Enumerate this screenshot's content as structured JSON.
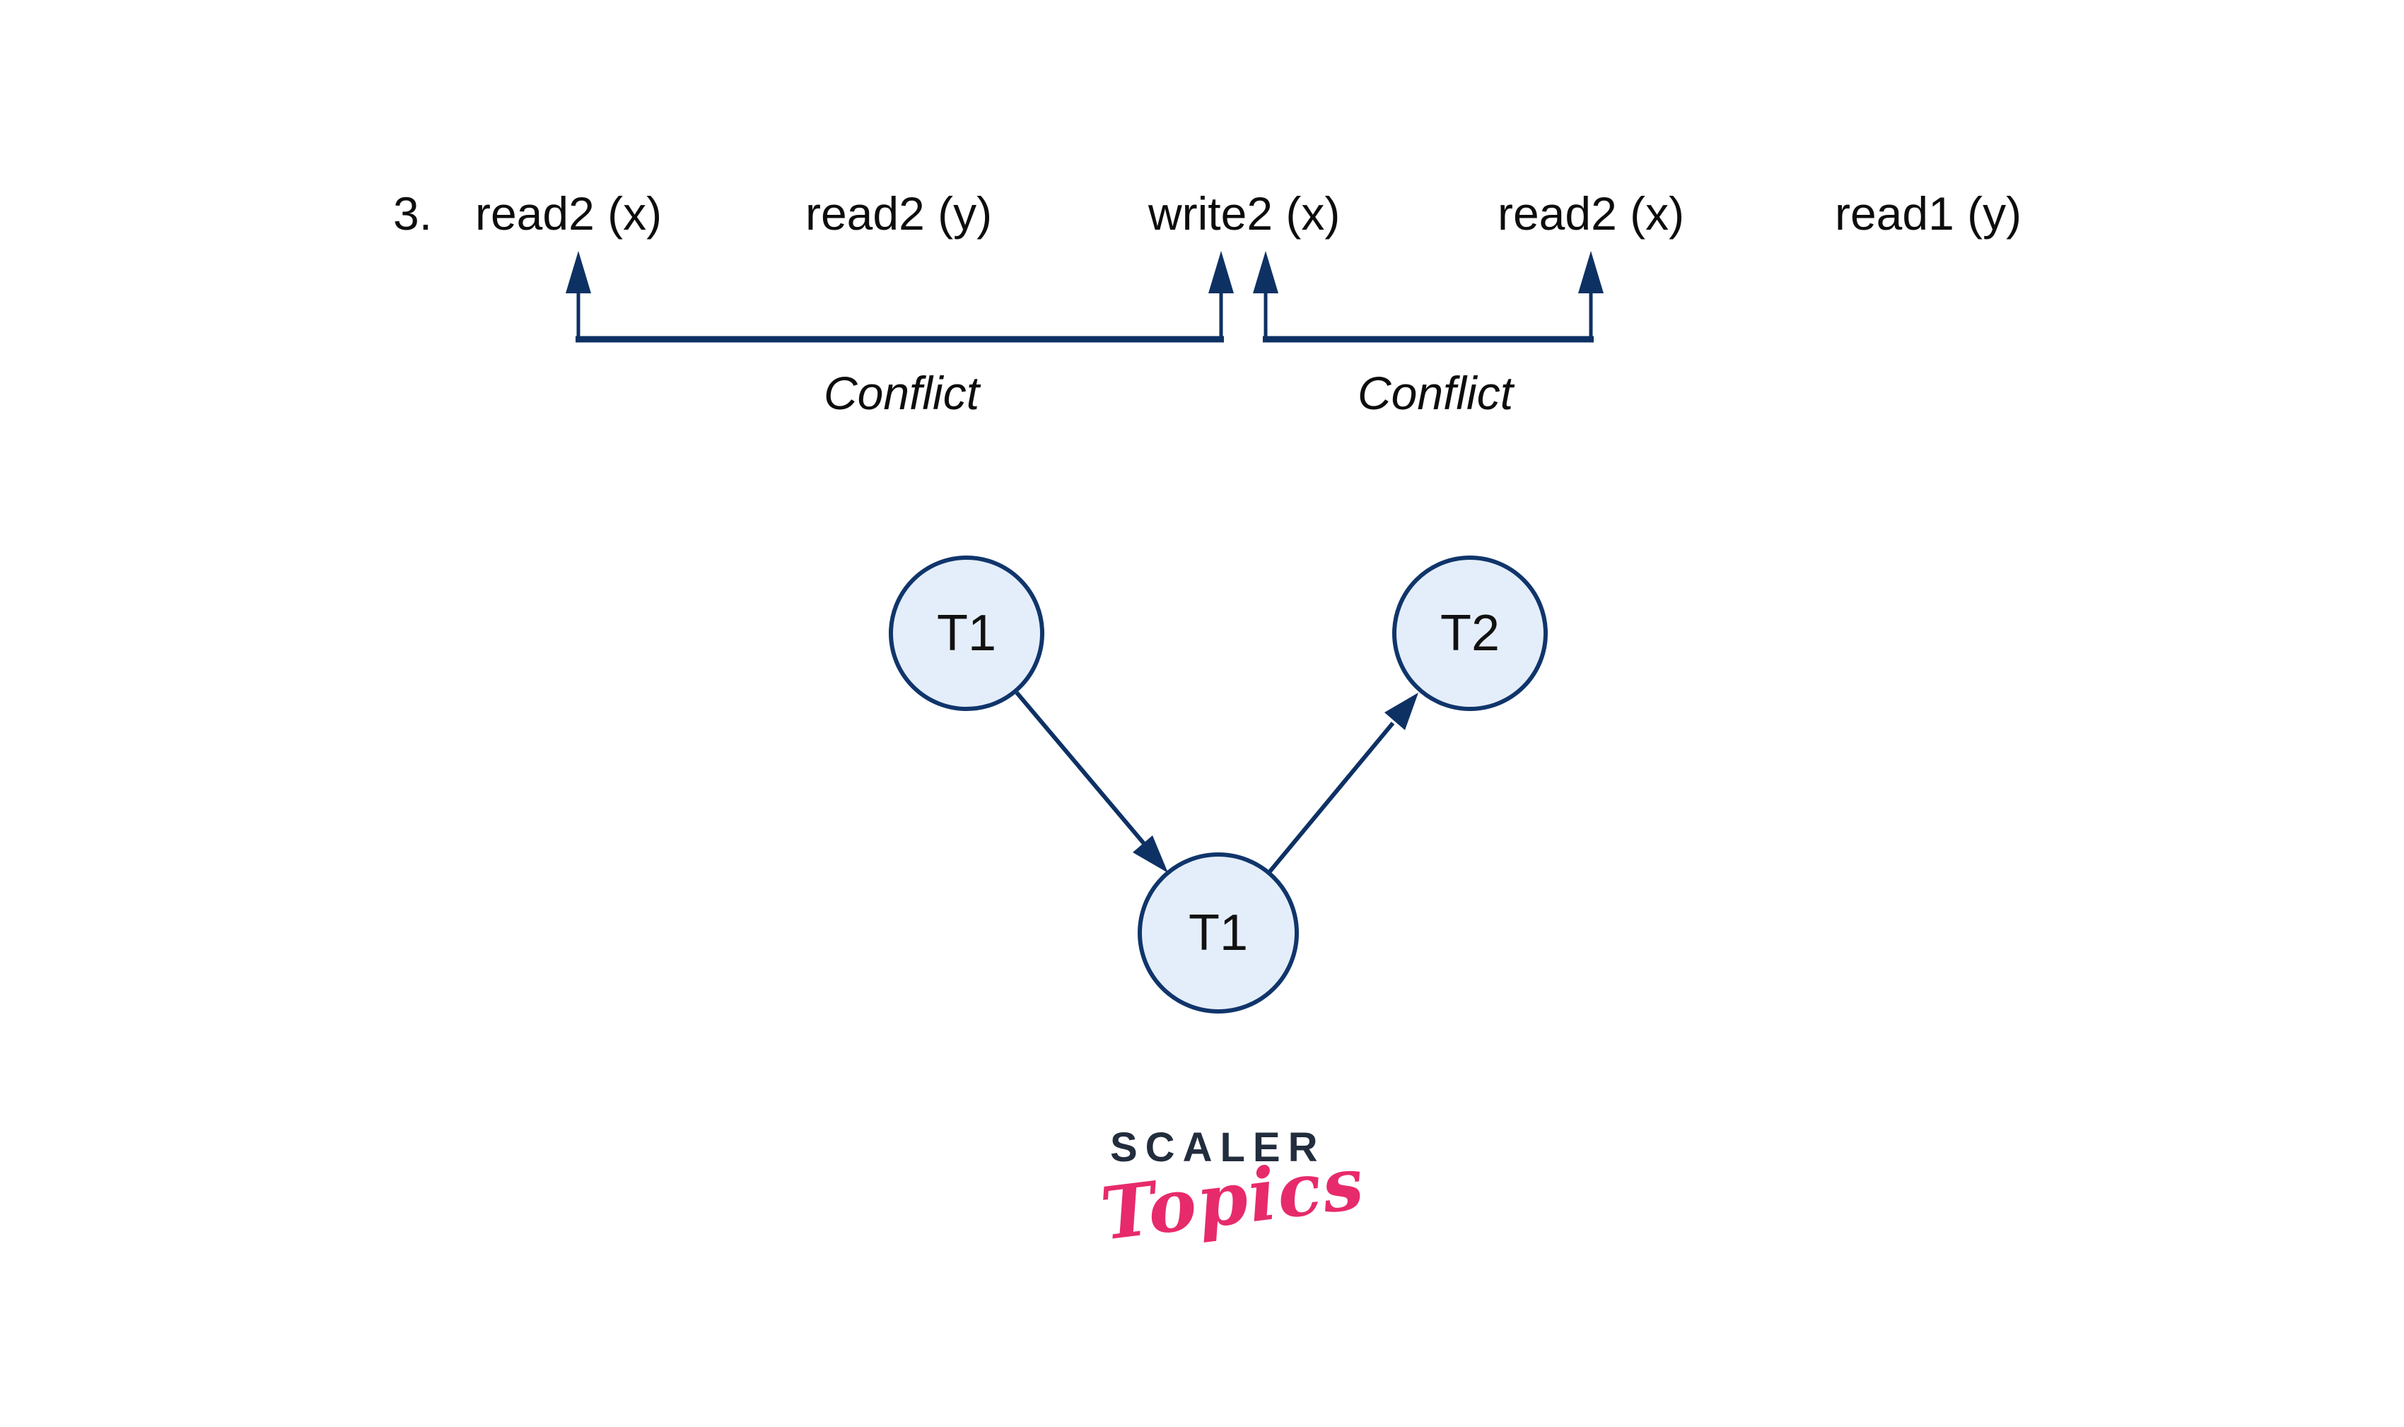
{
  "schedule": {
    "sequence_number": "3.",
    "operations": [
      {
        "label": "read2 (x)"
      },
      {
        "label": "read2 (y)"
      },
      {
        "label": "write2 (x)"
      },
      {
        "label": "read2 (x)"
      },
      {
        "label": "read1 (y)"
      }
    ],
    "conflicts": [
      {
        "label": "Conflict",
        "from": "read2 (x)",
        "to": "write2 (x)"
      },
      {
        "label": "Conflict",
        "from": "write2 (x)",
        "to": "read2 (x)"
      }
    ]
  },
  "graph": {
    "nodes": [
      {
        "id": "t1-top",
        "label": "T1"
      },
      {
        "id": "t2-top",
        "label": "T2"
      },
      {
        "id": "t1-bottom",
        "label": "T1"
      }
    ],
    "edges": [
      {
        "from": "t1-top",
        "to": "t1-bottom"
      },
      {
        "from": "t1-bottom",
        "to": "t2-top"
      }
    ]
  },
  "logo": {
    "line1": "SCALER",
    "line2": "Topics"
  },
  "colors": {
    "line_navy": "#0e3164",
    "node_border": "#10356b",
    "node_fill": "#e4eefa",
    "logo_dark": "#222d3d",
    "logo_pink": "#e72a6b",
    "text": "#0d0d0d",
    "background": "#ffffff"
  }
}
